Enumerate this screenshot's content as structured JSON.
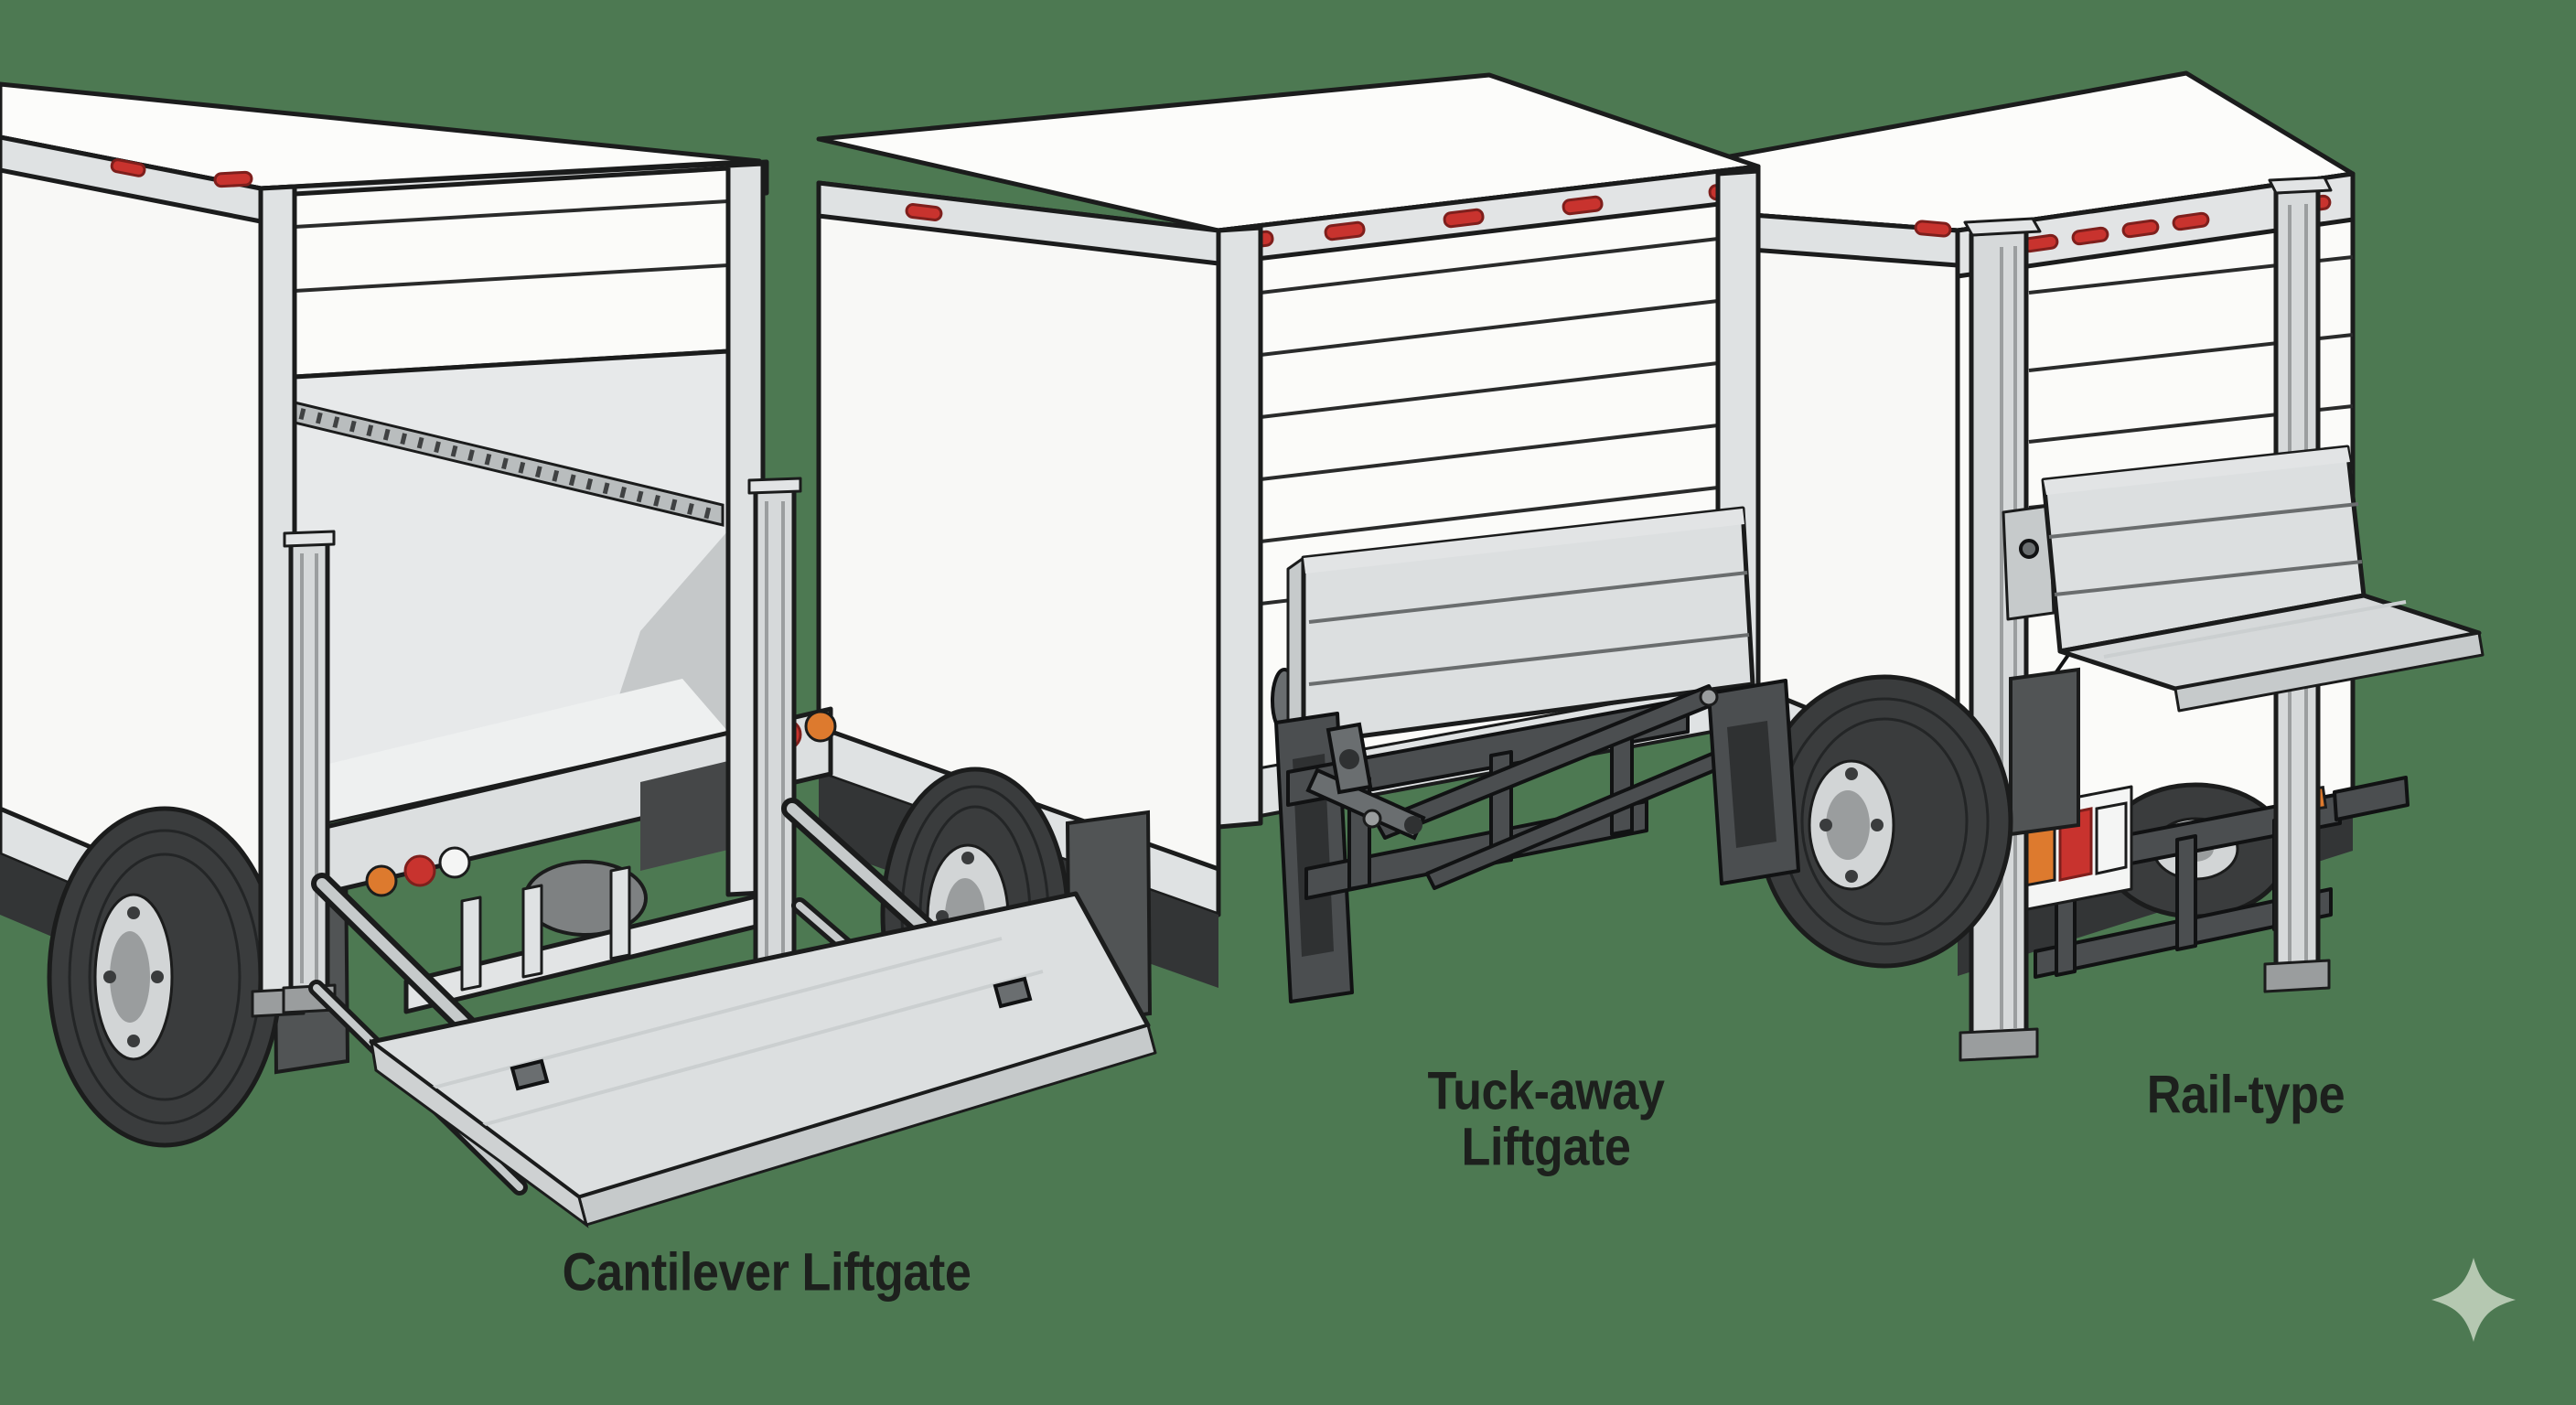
{
  "palette": {
    "background": "#4d7952",
    "outline": "#1b1c1c",
    "truck_body": "#f9f9f7",
    "metal_light": "#dfe2e3",
    "metal_mid": "#c6cacb",
    "mechanism_dark": "#4b4e50",
    "tire": "#3a3c3d",
    "marker_light_red": "#c8332e",
    "signal_orange": "#dd7a2e",
    "label_text": "#1d201d"
  },
  "labels": [
    {
      "id": "cantilever",
      "lines": [
        "Cantilever Liftgate"
      ]
    },
    {
      "id": "tuckaway",
      "lines": [
        "Tuck-away",
        "Liftgate"
      ]
    },
    {
      "id": "railtype",
      "lines": [
        "Rail-type"
      ]
    }
  ],
  "watermark": {
    "icon": "sparkle-icon",
    "color": "#b5c8b1"
  }
}
